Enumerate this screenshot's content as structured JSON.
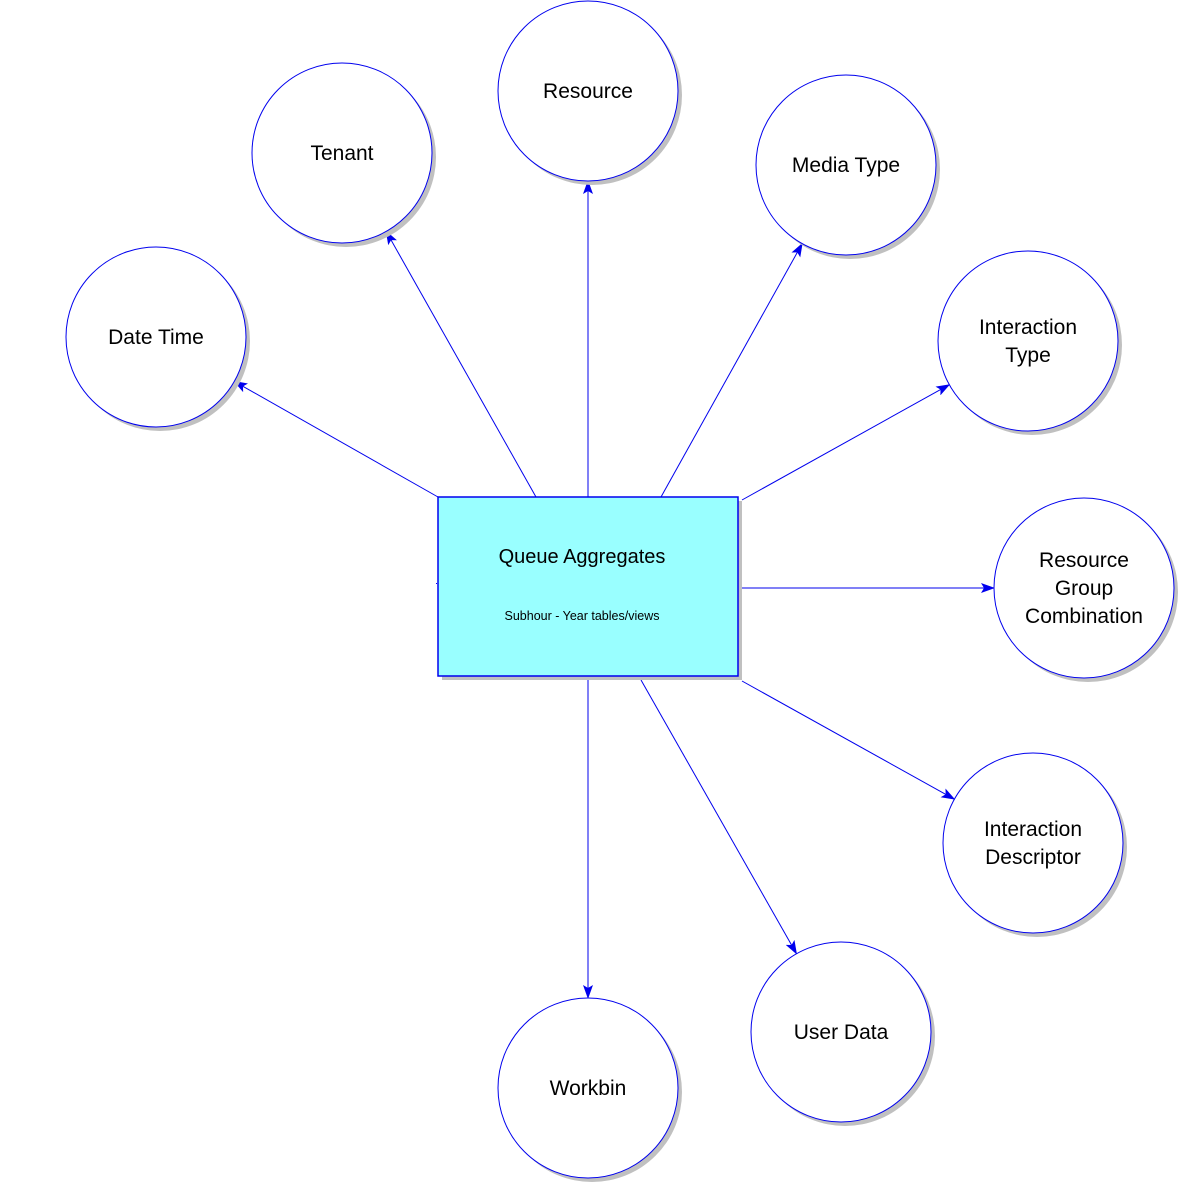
{
  "diagram": {
    "center": {
      "title": "Queue Aggregates",
      "subtitle": "Subhour - Year tables/views"
    },
    "nodes": [
      {
        "id": "date-time",
        "lines": [
          "Date Time"
        ]
      },
      {
        "id": "tenant",
        "lines": [
          "Tenant"
        ]
      },
      {
        "id": "resource",
        "lines": [
          "Resource"
        ]
      },
      {
        "id": "media-type",
        "lines": [
          "Media Type"
        ]
      },
      {
        "id": "interaction-type",
        "lines": [
          "Interaction",
          "Type"
        ]
      },
      {
        "id": "resource-group-combination",
        "lines": [
          "Resource",
          "Group",
          "Combination"
        ]
      },
      {
        "id": "interaction-descriptor",
        "lines": [
          "Interaction",
          "Descriptor"
        ]
      },
      {
        "id": "user-data",
        "lines": [
          "User Data"
        ]
      },
      {
        "id": "workbin",
        "lines": [
          "Workbin"
        ]
      }
    ],
    "edges": [
      {
        "from": "queue-aggregates",
        "to": "date-time"
      },
      {
        "from": "queue-aggregates",
        "to": "tenant"
      },
      {
        "from": "queue-aggregates",
        "to": "resource"
      },
      {
        "from": "queue-aggregates",
        "to": "media-type"
      },
      {
        "from": "queue-aggregates",
        "to": "interaction-type"
      },
      {
        "from": "queue-aggregates",
        "to": "resource-group-combination"
      },
      {
        "from": "queue-aggregates",
        "to": "interaction-descriptor"
      },
      {
        "from": "queue-aggregates",
        "to": "user-data"
      },
      {
        "from": "queue-aggregates",
        "to": "workbin"
      }
    ],
    "colors": {
      "line": "#0000ee",
      "center_fill": "#99ffff",
      "node_fill": "#ffffff",
      "shadow": "#c0c0c0"
    }
  }
}
